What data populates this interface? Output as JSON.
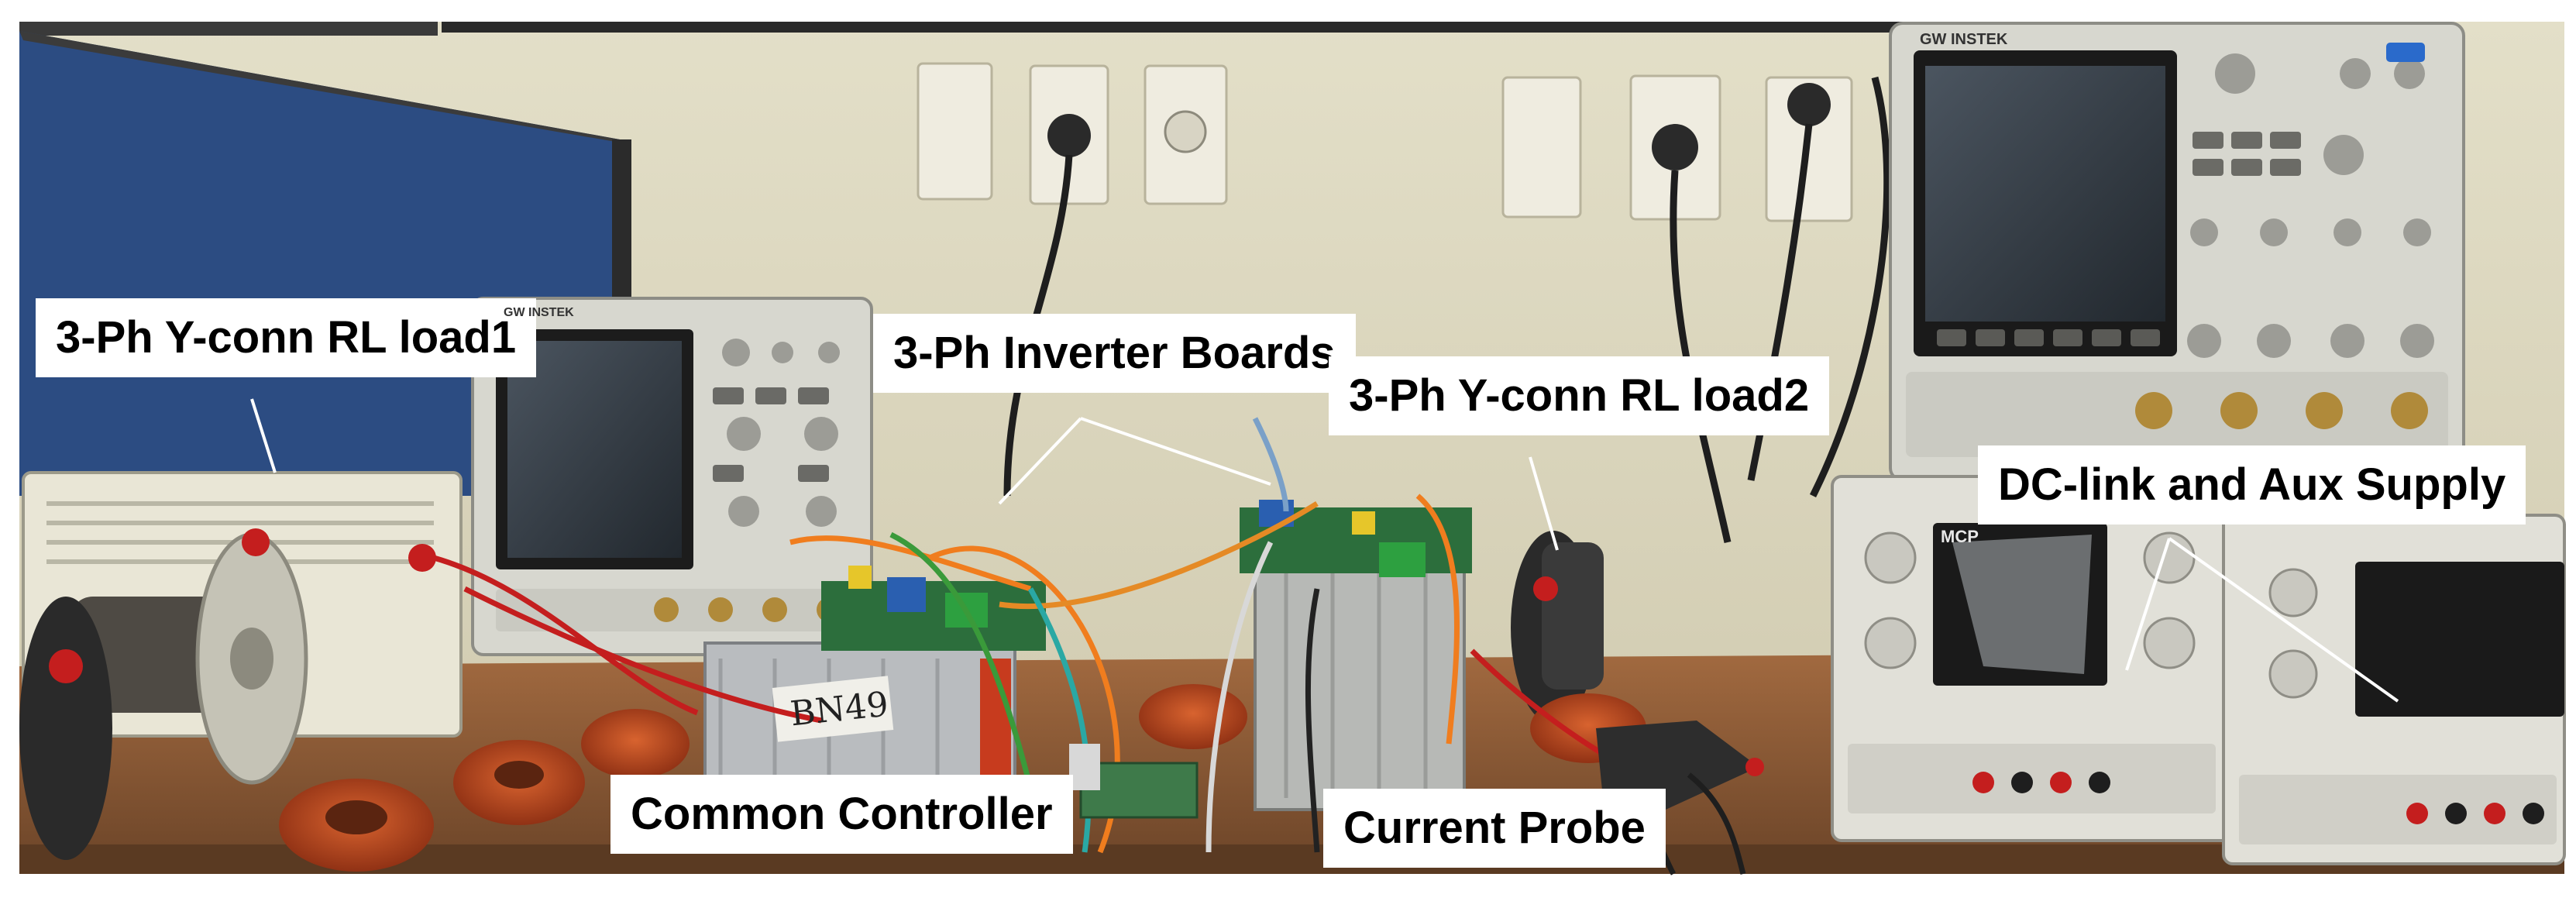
{
  "photo": {
    "labels": {
      "load1": "3-Ph Y-conn RL load1",
      "inverter_boards": "3-Ph Inverter Boards",
      "load2": "3-Ph Y-conn RL load2",
      "dc_link": "DC-link and Aux Supply",
      "controller": "Common Controller",
      "probe": "Current Probe"
    },
    "device_markings": {
      "scope_brand_right": "GW INSTEK",
      "scope_brand_left": "GW INSTEK",
      "supply_brand": "MCP",
      "board_marking": "BN49"
    },
    "colors": {
      "wall": "#ddd8bf",
      "partition": "#2e4f86",
      "bench": "#8b5a35",
      "callout_bg": "#ffffff",
      "toroid": "#b5401d",
      "scope_body": "#d7d7cf"
    }
  }
}
